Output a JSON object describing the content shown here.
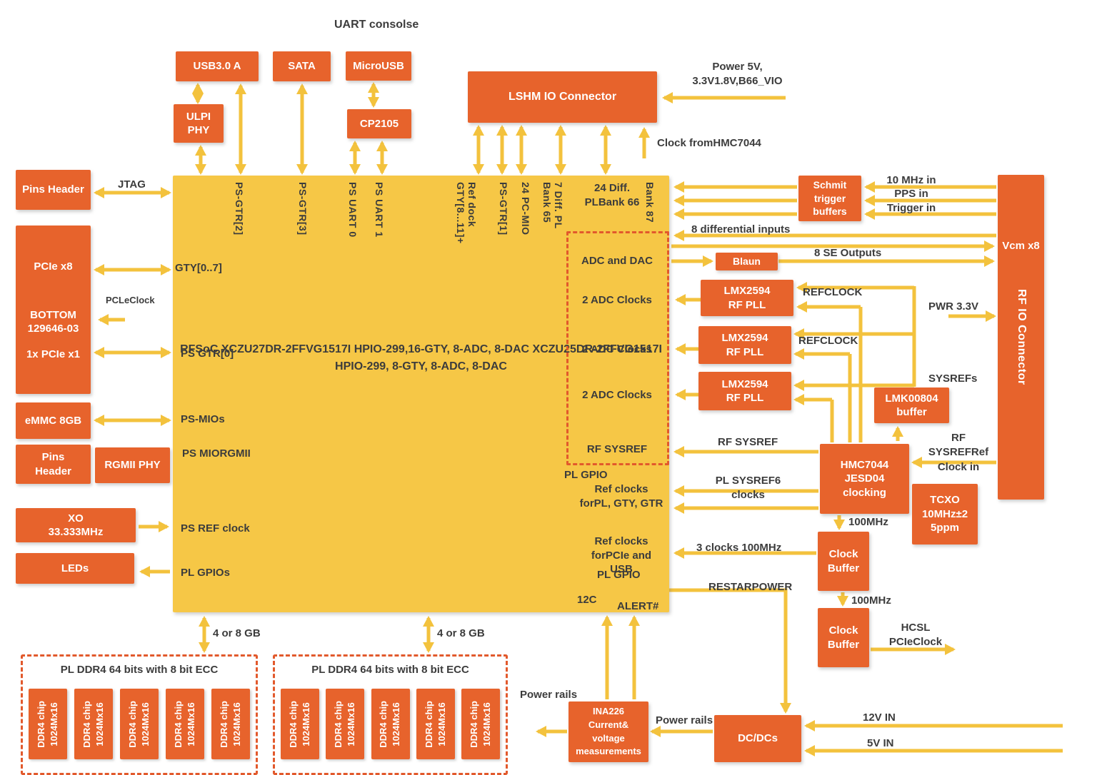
{
  "title": {
    "uart_console": "UART consolse"
  },
  "blocks": {
    "usb3": "USB3.0 A",
    "sata": "SATA",
    "microusb": "MicroUSB",
    "ulpi": [
      "ULPI",
      "PHY"
    ],
    "cp2105": "CP2105",
    "lshm": "LSHM IO Connector",
    "pins_header_top": "Pins Header",
    "pcie_bottom": [
      "PCIe x8",
      "BOTTOM",
      "129646-03",
      "1x PCIe x1"
    ],
    "emmc": "eMMC 8GB",
    "pins_header_2": [
      "Pins",
      "Header"
    ],
    "rgmii_phy": "RGMII PHY",
    "xo": [
      "XO",
      "33.333MHz"
    ],
    "leds": "LEDs",
    "schmit": [
      "Schmit",
      "trigger",
      "buffers"
    ],
    "rf_io": {
      "vcm": "Vcm x8",
      "title": "RF IO Connector"
    },
    "blaun": "Blaun",
    "lmx": [
      "LMX2594",
      "RF PLL"
    ],
    "lmk": [
      "LMK00804",
      "buffer"
    ],
    "hmc": [
      "HMC7044",
      "JESD04",
      "clocking"
    ],
    "tcxo": [
      "TCXO",
      "10MHz±2",
      "5ppm"
    ],
    "clock_buffer": [
      "Clock",
      "Buffer"
    ],
    "dcdc": "DC/DCs",
    "ina226": [
      "INA226",
      "Current&",
      "voltage",
      "measurements"
    ]
  },
  "main": {
    "center": [
      "RFSoC",
      "XCZU27DR-2FFVG1517I",
      "HPIO-299,16-GTY, 8-ADC, 8-DAC",
      "XCZU25DR-2FFVG1517I",
      "HPIO-299, 8-GTY, 8-ADC, 8-DAC"
    ],
    "left": {
      "gty07": "GTY[0..7]",
      "ps_gtr0": "PS GTR[0]",
      "ps_mios": "PS-MIOs",
      "ps_mio_rgmii": [
        "PS MIO",
        "RGMII"
      ],
      "ps_ref": "PS REF clock",
      "pl_gpios": "PL GPIOs"
    },
    "top": {
      "ps_gtr2": "PS-GTR[2]",
      "ps_gtr3": "PS-GTR[3]",
      "ps_uart0": "PS UART 0",
      "ps_uart1": "PS UART 1",
      "gty811": [
        "GTY[8...11]+",
        "Ref dock"
      ],
      "ps_gtr1": "PS-GTR[1]",
      "pc_mio": "24 PC-MIO",
      "diff65": [
        "7 Diff. PL",
        "Bank 65"
      ],
      "bank66": [
        "24 Diff. PL",
        "Bank 66"
      ],
      "bank87": "Bank 87"
    },
    "right": {
      "adc_dac": "ADC and DAC",
      "adc_clocks": "2 ADC Clocks",
      "rf_sysref": "RF SYSREF",
      "pl_gpio": "PL GPIO",
      "ref_pl": [
        "Ref clocks for",
        "PL, GTY, GTR"
      ],
      "ref_pcie": [
        "Ref clocks for",
        "PCIe and USB"
      ],
      "pl_gpio2": "PL GPIO",
      "i2c": "12C",
      "alert": "ALERT#"
    }
  },
  "labels": {
    "power5v": [
      "Power 5V, 3.3V",
      "1.8V,B66_VIO"
    ],
    "clock_from": [
      "Clock from",
      "HMC7044"
    ],
    "jtag": "JTAG",
    "pcle_clock": [
      "PCLe",
      "Clock"
    ],
    "mhz10_in": "10 MHz in",
    "pps_in": "PPS in",
    "trigger_in": "Trigger in",
    "diff_inputs": "8 differential inputs",
    "se_outputs": "8 SE Outputs",
    "ref_clock": [
      "REF",
      "CLOCK"
    ],
    "pwr33": "PWR 3.3V",
    "sysrefs": "SYSREFs",
    "rf_sysref_in": [
      "RF SYSREF",
      "Ref Clock in"
    ],
    "rf_sysref": "RF SYSREF",
    "pl_sysref": [
      "PL SYSREF",
      "6 clocks"
    ],
    "mhz100": "100MHz",
    "clocks3": "3 clocks 100MHz",
    "restar": [
      "RESTAR",
      "POWER"
    ],
    "hcsl": [
      "HCSL PCIe",
      "Clock"
    ],
    "power_rails": "Power rails",
    "v12_in": "12V IN",
    "v5_in": "5V IN",
    "gb48": "4 or 8 GB"
  },
  "ddr": {
    "group_title": "PL DDR4 64 bits with 8 bit ECC",
    "chip": [
      "DDR4 chip",
      "1024Mx16"
    ]
  },
  "colors": {
    "orange": "#E7632C",
    "yellow": "#F6C746",
    "arrow": "#F3C23D",
    "text": "#3C3C3C"
  }
}
